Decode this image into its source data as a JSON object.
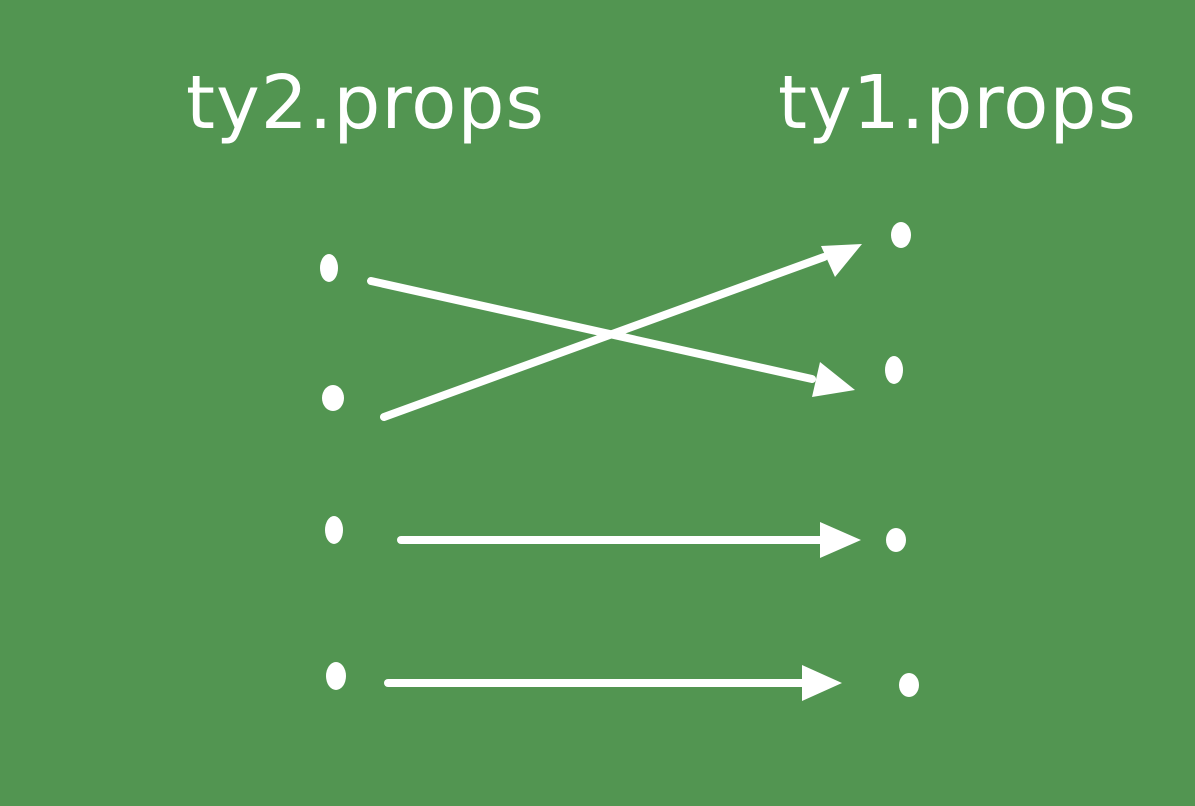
{
  "diagram": {
    "left_title": "ty2.props",
    "right_title": "ty1.props",
    "background_color": "#529551",
    "ink_color": "#ffffff",
    "left_points": 4,
    "right_points": 4,
    "mappings": [
      {
        "from": 1,
        "to": 2
      },
      {
        "from": 2,
        "to": 1
      },
      {
        "from": 3,
        "to": 3
      },
      {
        "from": 4,
        "to": 4
      }
    ]
  }
}
